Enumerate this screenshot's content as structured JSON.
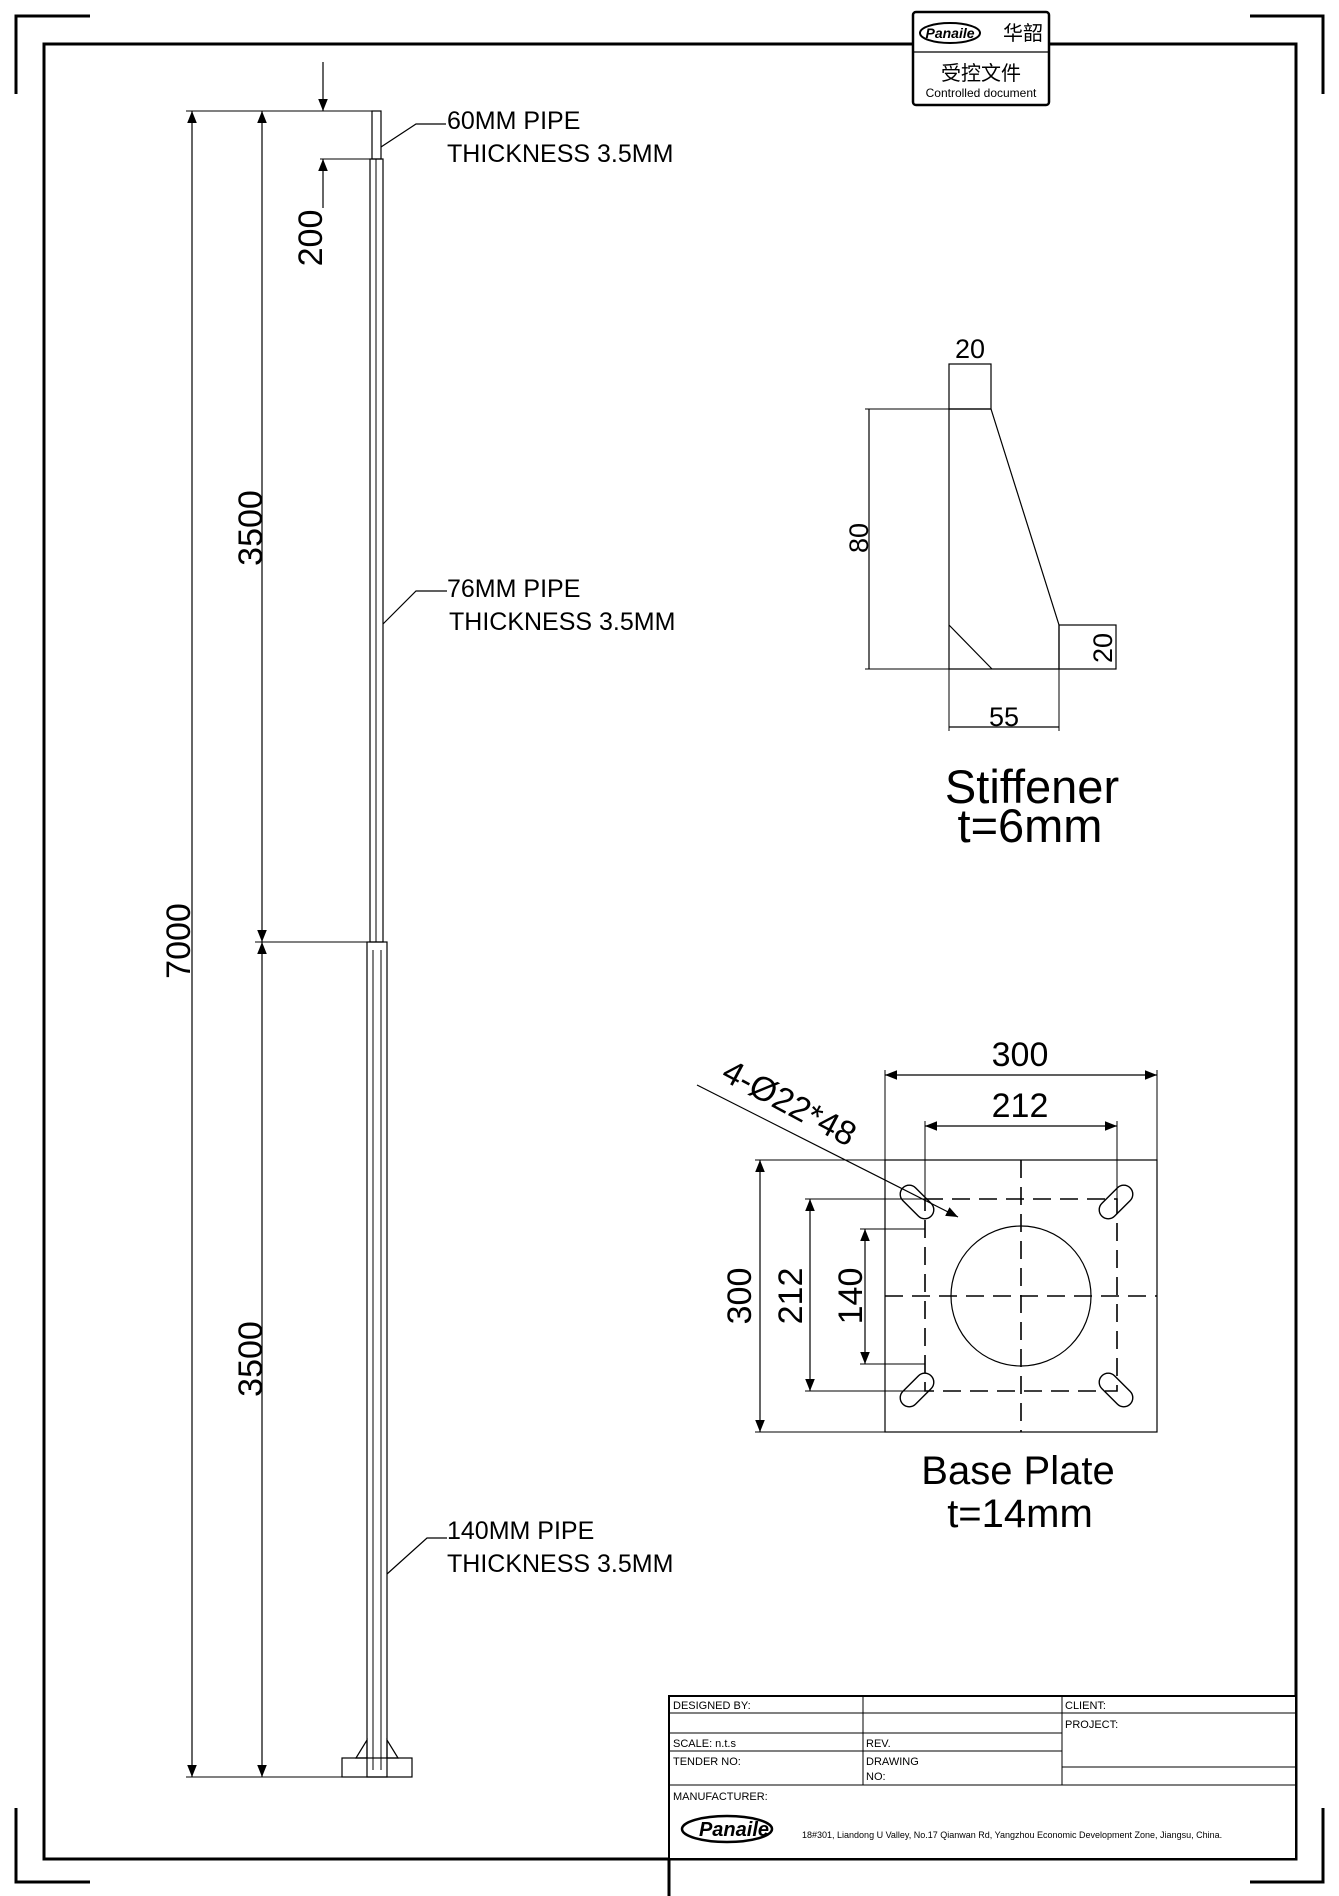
{
  "stamp": {
    "logo_text": "Panaile",
    "chinese_brand": "华韶",
    "chinese_label": "受控文件",
    "english_label": "Controlled document"
  },
  "pole": {
    "dim_total": "7000",
    "dim_upper": "3500",
    "dim_lower": "3500",
    "dim_top": "200",
    "pipe_top_line1": "60MM PIPE",
    "pipe_top_line2": "THICKNESS 3.5MM",
    "pipe_mid_line1": "76MM PIPE",
    "pipe_mid_line2": "THICKNESS 3.5MM",
    "pipe_bottom_line1": "140MM PIPE",
    "pipe_bottom_line2": "THICKNESS 3.5MM"
  },
  "stiffener": {
    "dim_top": "20",
    "dim_height": "80",
    "dim_toe": "20",
    "dim_width": "55",
    "title": "Stiffener",
    "thickness": "t=6mm"
  },
  "base_plate": {
    "hole_callout": "4-Ø22*48",
    "dim_width": "300",
    "dim_hole_spacing_h": "212",
    "dim_height": "300",
    "dim_hole_spacing_v": "212",
    "dim_inner": "140",
    "title": "Base Plate",
    "thickness": "t=14mm"
  },
  "title_block": {
    "designed_by": "DESIGNED   BY:",
    "scale": "SCALE:  n.t.s",
    "tender_no": "TENDER NO:",
    "rev": "REV.",
    "drawing_no_line1": "DRAWING",
    "drawing_no_line2": "NO:",
    "client": "CLIENT:",
    "project": "PROJECT:",
    "manufacturer": "MANUFACTURER:",
    "logo_text": "Panaile",
    "address": "18#301, Liandong U Valley, No.17 Qianwan Rd, Yangzhou Economic Development Zone, Jiangsu, China."
  }
}
